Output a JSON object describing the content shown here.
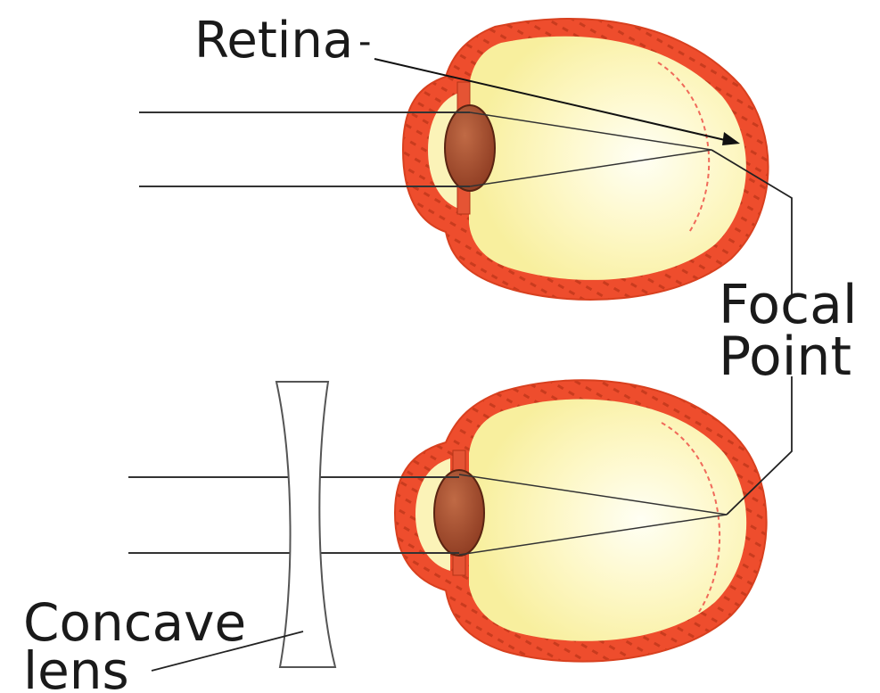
{
  "labels": {
    "retina": "Retina",
    "focal_line1": "Focal",
    "focal_line2": "Point",
    "concave_line1": "Concave",
    "concave_line2": "lens"
  },
  "colors": {
    "sclera": "#ee4d2d",
    "sclera_pattern": "#c7391c",
    "vitreous": "#fdf8c8",
    "vitreous_glow": "#fffff2",
    "lens_fill": "#a94d2f",
    "lens_stroke": "#5a2412",
    "retina_dash": "#f06a5a",
    "ray": "#333333"
  },
  "panels": [
    {
      "name": "top-eye",
      "description_visible": false
    },
    {
      "name": "bottom-eye-with-concave-lens",
      "description_visible": false
    }
  ]
}
